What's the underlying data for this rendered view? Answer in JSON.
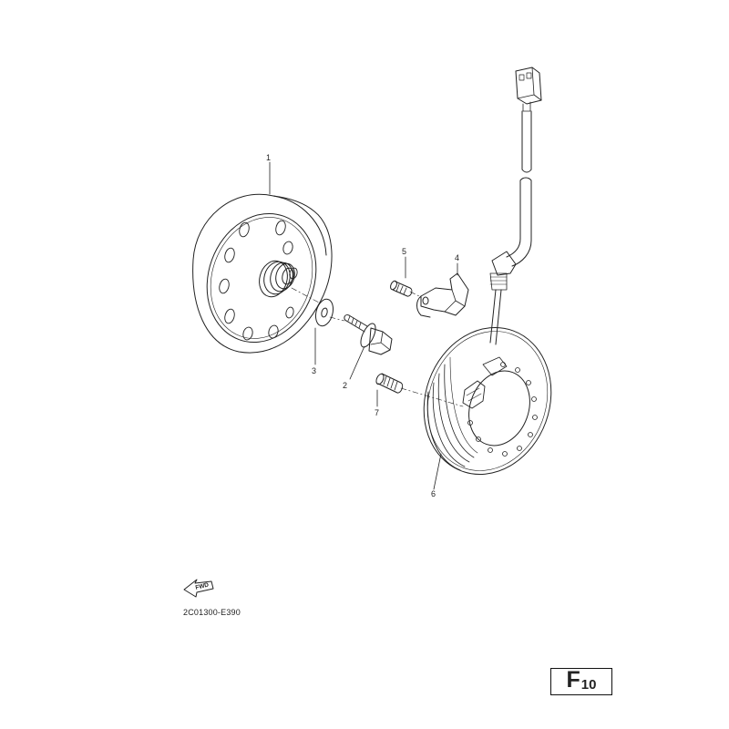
{
  "callouts": {
    "p1": "1",
    "p2": "2",
    "p3": "3",
    "p4": "4",
    "p5": "5",
    "p6": "6",
    "p7": "7"
  },
  "forward_arrow": {
    "label": "FWD"
  },
  "document_code": "2C01300-E390",
  "page_tag": {
    "letter": "F",
    "number": "10"
  }
}
